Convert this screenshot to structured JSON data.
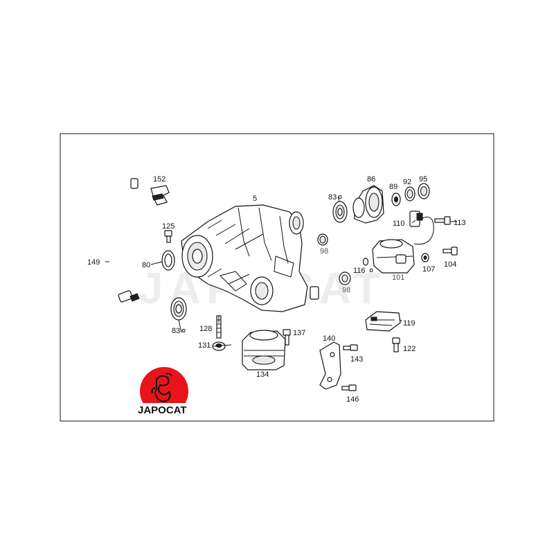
{
  "diagram": {
    "watermark": "JAPOCAT",
    "logo": {
      "text": "JAPOCAT",
      "color": "#e8141b"
    },
    "labels": {
      "l152": "152",
      "l149": "149",
      "l125": "125",
      "l80": "80",
      "l83a": "83",
      "l83b": "83",
      "l5": "5",
      "l86": "86",
      "l89": "89",
      "l92": "92",
      "l95": "95",
      "l110": "110",
      "l113": "113",
      "l98a": "98",
      "l98b": "98",
      "l116": "116",
      "l101": "101",
      "l107": "107",
      "l104": "104",
      "l128": "128",
      "l131": "131",
      "l137": "137",
      "l134": "134",
      "l140": "140",
      "l143": "143",
      "l146": "146",
      "l119": "119",
      "l122": "122"
    },
    "markers": {
      "m83a": "¤",
      "m83b": "¤",
      "m116": "¤"
    }
  }
}
